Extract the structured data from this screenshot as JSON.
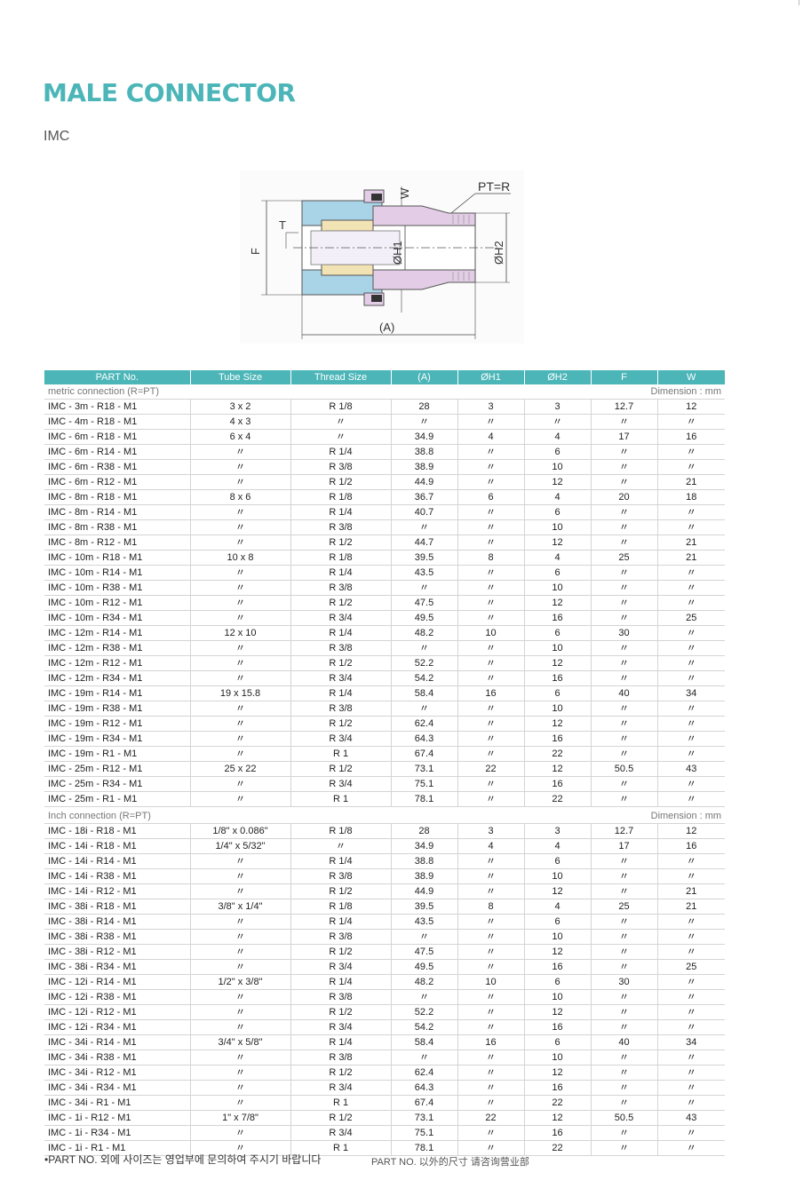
{
  "title": "MALE CONNECTOR",
  "subtitle": "IMC",
  "drawing": {
    "labels": {
      "pt": "PT=R",
      "w": "W",
      "t": "T",
      "f": "F",
      "h1": "ØH1",
      "h2": "ØH2",
      "a": "(A)"
    }
  },
  "table": {
    "headers": [
      "PART No.",
      "Tube Size",
      "Thread Size",
      "(A)",
      "ØH1",
      "ØH2",
      "F",
      "W"
    ],
    "dimension_note": "Dimension : mm",
    "metric_label": "metric connection (R=PT)",
    "inch_label": "Inch connection (R=PT)",
    "metric_rows": [
      [
        "IMC - 3m - R18 - M1",
        "3 x 2",
        "R 1/8",
        "28",
        "3",
        "3",
        "12.7",
        "12"
      ],
      [
        "IMC - 4m - R18 - M1",
        "4 x 3",
        "〃",
        "〃",
        "〃",
        "〃",
        "〃",
        "〃"
      ],
      [
        "IMC - 6m - R18 - M1",
        "6 x 4",
        "〃",
        "34.9",
        "4",
        "4",
        "17",
        "16"
      ],
      [
        "IMC - 6m - R14 - M1",
        "〃",
        "R 1/4",
        "38.8",
        "〃",
        "6",
        "〃",
        "〃"
      ],
      [
        "IMC - 6m - R38 - M1",
        "〃",
        "R 3/8",
        "38.9",
        "〃",
        "10",
        "〃",
        "〃"
      ],
      [
        "IMC - 6m - R12 - M1",
        "〃",
        "R 1/2",
        "44.9",
        "〃",
        "12",
        "〃",
        "21"
      ],
      [
        "IMC - 8m - R18 - M1",
        "8 x 6",
        "R 1/8",
        "36.7",
        "6",
        "4",
        "20",
        "18"
      ],
      [
        "IMC - 8m - R14 - M1",
        "〃",
        "R 1/4",
        "40.7",
        "〃",
        "6",
        "〃",
        "〃"
      ],
      [
        "IMC - 8m - R38 - M1",
        "〃",
        "R 3/8",
        "〃",
        "〃",
        "10",
        "〃",
        "〃"
      ],
      [
        "IMC - 8m - R12 - M1",
        "〃",
        "R 1/2",
        "44.7",
        "〃",
        "12",
        "〃",
        "21"
      ],
      [
        "IMC - 10m - R18 - M1",
        "10 x 8",
        "R 1/8",
        "39.5",
        "8",
        "4",
        "25",
        "21"
      ],
      [
        "IMC - 10m - R14 - M1",
        "〃",
        "R 1/4",
        "43.5",
        "〃",
        "6",
        "〃",
        "〃"
      ],
      [
        "IMC - 10m - R38 - M1",
        "〃",
        "R 3/8",
        "〃",
        "〃",
        "10",
        "〃",
        "〃"
      ],
      [
        "IMC - 10m - R12 - M1",
        "〃",
        "R 1/2",
        "47.5",
        "〃",
        "12",
        "〃",
        "〃"
      ],
      [
        "IMC - 10m - R34 - M1",
        "〃",
        "R 3/4",
        "49.5",
        "〃",
        "16",
        "〃",
        "25"
      ],
      [
        "IMC - 12m - R14 - M1",
        "12 x 10",
        "R 1/4",
        "48.2",
        "10",
        "6",
        "30",
        "〃"
      ],
      [
        "IMC - 12m - R38 - M1",
        "〃",
        "R 3/8",
        "〃",
        "〃",
        "10",
        "〃",
        "〃"
      ],
      [
        "IMC - 12m - R12 - M1",
        "〃",
        "R 1/2",
        "52.2",
        "〃",
        "12",
        "〃",
        "〃"
      ],
      [
        "IMC - 12m - R34 - M1",
        "〃",
        "R 3/4",
        "54.2",
        "〃",
        "16",
        "〃",
        "〃"
      ],
      [
        "IMC - 19m - R14 - M1",
        "19 x 15.8",
        "R 1/4",
        "58.4",
        "16",
        "6",
        "40",
        "34"
      ],
      [
        "IMC - 19m - R38 - M1",
        "〃",
        "R 3/8",
        "〃",
        "〃",
        "10",
        "〃",
        "〃"
      ],
      [
        "IMC - 19m - R12 - M1",
        "〃",
        "R 1/2",
        "62.4",
        "〃",
        "12",
        "〃",
        "〃"
      ],
      [
        "IMC - 19m - R34 - M1",
        "〃",
        "R 3/4",
        "64.3",
        "〃",
        "16",
        "〃",
        "〃"
      ],
      [
        "IMC - 19m - R1 - M1",
        "〃",
        "R 1",
        "67.4",
        "〃",
        "22",
        "〃",
        "〃"
      ],
      [
        "IMC - 25m - R12 - M1",
        "25 x 22",
        "R 1/2",
        "73.1",
        "22",
        "12",
        "50.5",
        "43"
      ],
      [
        "IMC - 25m - R34 - M1",
        "〃",
        "R 3/4",
        "75.1",
        "〃",
        "16",
        "〃",
        "〃"
      ],
      [
        "IMC - 25m - R1 - M1",
        "〃",
        "R 1",
        "78.1",
        "〃",
        "22",
        "〃",
        "〃"
      ]
    ],
    "inch_rows": [
      [
        "IMC - 18i - R18 - M1",
        "1/8\" x 0.086\"",
        "R 1/8",
        "28",
        "3",
        "3",
        "12.7",
        "12"
      ],
      [
        "IMC - 14i - R18 - M1",
        "1/4\" x 5/32\"",
        "〃",
        "34.9",
        "4",
        "4",
        "17",
        "16"
      ],
      [
        "IMC - 14i - R14 - M1",
        "〃",
        "R 1/4",
        "38.8",
        "〃",
        "6",
        "〃",
        "〃"
      ],
      [
        "IMC - 14i - R38 - M1",
        "〃",
        "R 3/8",
        "38.9",
        "〃",
        "10",
        "〃",
        "〃"
      ],
      [
        "IMC - 14i - R12 - M1",
        "〃",
        "R 1/2",
        "44.9",
        "〃",
        "12",
        "〃",
        "21"
      ],
      [
        "IMC - 38i - R18 - M1",
        "3/8\" x 1/4\"",
        "R 1/8",
        "39.5",
        "8",
        "4",
        "25",
        "21"
      ],
      [
        "IMC - 38i - R14 - M1",
        "〃",
        "R 1/4",
        "43.5",
        "〃",
        "6",
        "〃",
        "〃"
      ],
      [
        "IMC - 38i - R38 - M1",
        "〃",
        "R 3/8",
        "〃",
        "〃",
        "10",
        "〃",
        "〃"
      ],
      [
        "IMC - 38i - R12 - M1",
        "〃",
        "R 1/2",
        "47.5",
        "〃",
        "12",
        "〃",
        "〃"
      ],
      [
        "IMC - 38i - R34 - M1",
        "〃",
        "R 3/4",
        "49.5",
        "〃",
        "16",
        "〃",
        "25"
      ],
      [
        "IMC - 12i - R14 - M1",
        "1/2\" x 3/8\"",
        "R 1/4",
        "48.2",
        "10",
        "6",
        "30",
        "〃"
      ],
      [
        "IMC - 12i - R38 - M1",
        "〃",
        "R 3/8",
        "〃",
        "〃",
        "10",
        "〃",
        "〃"
      ],
      [
        "IMC - 12i - R12 - M1",
        "〃",
        "R 1/2",
        "52.2",
        "〃",
        "12",
        "〃",
        "〃"
      ],
      [
        "IMC - 12i - R34 - M1",
        "〃",
        "R 3/4",
        "54.2",
        "〃",
        "16",
        "〃",
        "〃"
      ],
      [
        "IMC - 34i - R14 - M1",
        "3/4\" x 5/8\"",
        "R 1/4",
        "58.4",
        "16",
        "6",
        "40",
        "34"
      ],
      [
        "IMC - 34i - R38 - M1",
        "〃",
        "R 3/8",
        "〃",
        "〃",
        "10",
        "〃",
        "〃"
      ],
      [
        "IMC - 34i - R12 - M1",
        "〃",
        "R 1/2",
        "62.4",
        "〃",
        "12",
        "〃",
        "〃"
      ],
      [
        "IMC - 34i - R34 - M1",
        "〃",
        "R 3/4",
        "64.3",
        "〃",
        "16",
        "〃",
        "〃"
      ],
      [
        "IMC - 34i - R1 - M1",
        "〃",
        "R 1",
        "67.4",
        "〃",
        "22",
        "〃",
        "〃"
      ],
      [
        "IMC - 1i - R12 - M1",
        "1\" x 7/8\"",
        "R 1/2",
        "73.1",
        "22",
        "12",
        "50.5",
        "43"
      ],
      [
        "IMC - 1i - R34 - M1",
        "〃",
        "R 3/4",
        "75.1",
        "〃",
        "16",
        "〃",
        "〃"
      ],
      [
        "IMC - 1i - R1 - M1",
        "〃",
        "R 1",
        "78.1",
        "〃",
        "22",
        "〃",
        "〃"
      ]
    ]
  },
  "footnote_ko": "•PART NO. 외에 사이즈는 영업부에 문의하여 주시기 바랍니다",
  "footnote_cn": "PART NO. 以外的尺寸 请咨询营业部",
  "colors": {
    "accent": "#4bb5b8",
    "body_blue": "#a9d3e6",
    "body_pink": "#e3cde6",
    "brass": "#f2e3b5"
  }
}
